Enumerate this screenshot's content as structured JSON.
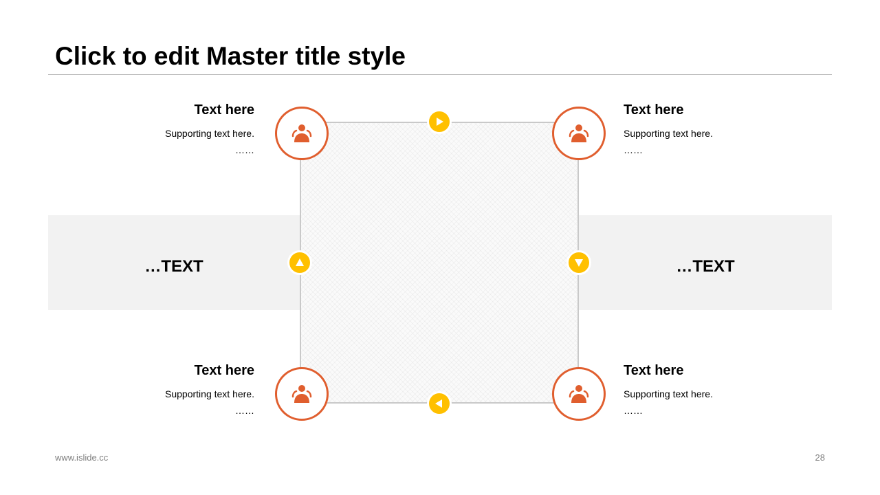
{
  "slide": {
    "title": "Click to edit Master title style",
    "footer_left": "www.islide.cc",
    "page_number": "28"
  },
  "band": {
    "left_label": "…TEXT",
    "right_label": "…TEXT"
  },
  "blocks": [
    {
      "heading": "Text here",
      "body": "Supporting text here.",
      "dots": "……"
    },
    {
      "heading": "Text here",
      "body": "Supporting text here.",
      "dots": "……"
    },
    {
      "heading": "Text here",
      "body": "Supporting text here.",
      "dots": "……"
    },
    {
      "heading": "Text here",
      "body": "Supporting text here.",
      "dots": "……"
    }
  ],
  "colors": {
    "accent_orange": "#e05e2e",
    "arrow_yellow": "#ffc000",
    "band_gray": "#f2f2f2",
    "rule_gray": "#b7b7b7"
  },
  "icons": {
    "node": "people-group-icon",
    "arrows": [
      "arrow-right-icon",
      "arrow-down-icon",
      "arrow-left-icon",
      "arrow-up-icon"
    ]
  }
}
